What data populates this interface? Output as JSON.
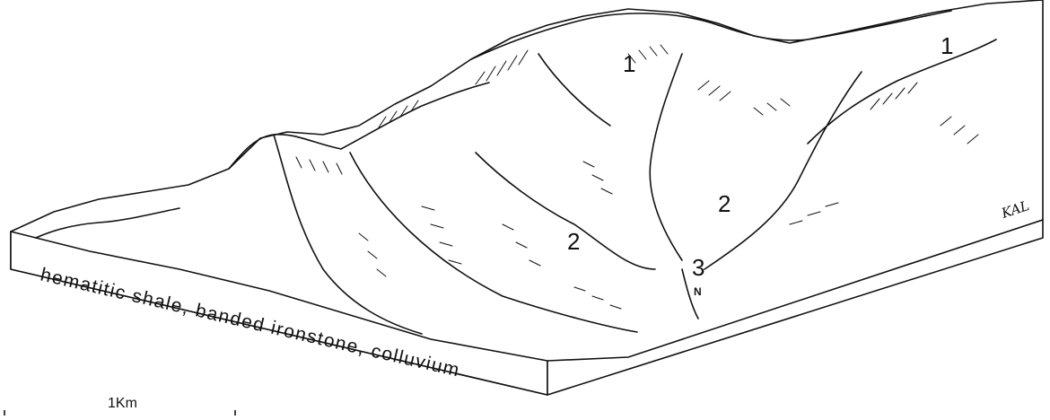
{
  "diagram": {
    "hill_labels": [
      {
        "id": "summit-left",
        "text": "1"
      },
      {
        "id": "summit-right",
        "text": "1"
      },
      {
        "id": "slope-left",
        "text": "2"
      },
      {
        "id": "slope-right",
        "text": "2"
      },
      {
        "id": "valley-floor",
        "text": "3"
      }
    ],
    "block_side_caption": "hematitic shale, banded ironstone, colluvium",
    "scale_bar": {
      "label": "1Km"
    },
    "north_marker": "N",
    "artist_signature": "KAL"
  }
}
